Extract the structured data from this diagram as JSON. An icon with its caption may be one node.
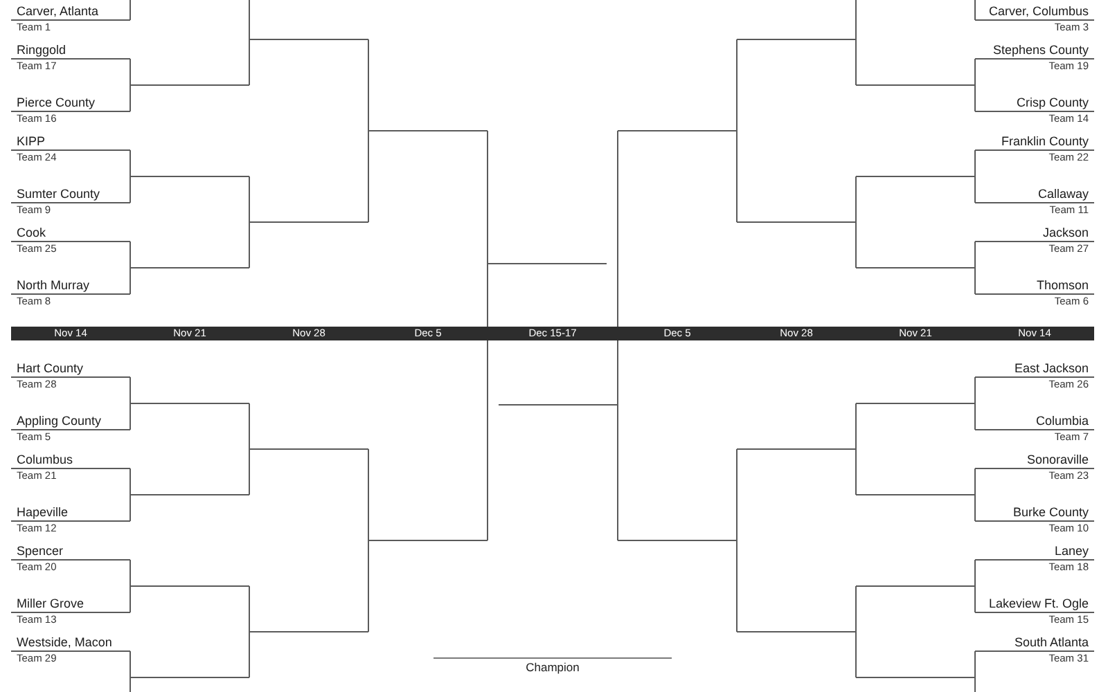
{
  "diagram": {
    "nodes": [
      {
        "text": [
          "Carver, Atlanta",
          "Team 1"
        ]
      },
      {
        "text": [
          "Ringgold",
          "Team 17"
        ]
      },
      {
        "text": [
          "Pierce County",
          "Team 16"
        ]
      },
      {
        "text": [
          "KIPP",
          "Team 24"
        ]
      },
      {
        "text": [
          "Sumter County",
          "Team 9"
        ]
      },
      {
        "text": [
          "Cook",
          "Team 25"
        ]
      },
      {
        "text": [
          "North Murray",
          "Team 8"
        ]
      },
      {
        "text": [
          "Hart County",
          "Team 28"
        ]
      },
      {
        "text": [
          "Appling County",
          "Team 5"
        ]
      },
      {
        "text": [
          "Columbus",
          "Team 21"
        ]
      },
      {
        "text": [
          "Hapeville",
          "Team 12"
        ]
      },
      {
        "text": [
          "Spencer",
          "Team 20"
        ]
      },
      {
        "text": [
          "Miller Grove",
          "Team 13"
        ]
      },
      {
        "text": [
          "Westside, Macon",
          "Team 29"
        ]
      },
      {
        "text": [
          "Carver, Columbus",
          "Team 3"
        ]
      },
      {
        "text": [
          "Stephens County",
          "Team 19"
        ]
      },
      {
        "text": [
          "Crisp County",
          "Team 14"
        ]
      },
      {
        "text": [
          "Franklin County",
          "Team 22"
        ]
      },
      {
        "text": [
          "Callaway",
          "Team 11"
        ]
      },
      {
        "text": [
          "Jackson",
          "Team 27"
        ]
      },
      {
        "text": [
          "Thomson",
          "Team 6"
        ]
      },
      {
        "text": [
          "East Jackson",
          "Team 26"
        ]
      },
      {
        "text": [
          "Columbia",
          "Team 7"
        ]
      },
      {
        "text": [
          "Sonoraville",
          "Team 23"
        ]
      },
      {
        "text": [
          "Burke County",
          "Team 10"
        ]
      },
      {
        "text": [
          "Laney",
          "Team 18"
        ]
      },
      {
        "text": [
          "Lakeview Ft. Ogle",
          "Team 15"
        ]
      },
      {
        "text": [
          "South Atlanta",
          "Team 31"
        ]
      },
      {
        "text": [],
        "shape": "line"
      },
      {
        "text": [],
        "shape": "line"
      },
      {
        "text": [],
        "shape": "line"
      },
      {
        "text": [],
        "shape": "line"
      },
      {
        "text": [],
        "shape": "line"
      },
      {
        "text": [],
        "shape": "line"
      },
      {
        "text": [],
        "shape": "line"
      },
      {
        "text": [],
        "shape": "line"
      },
      {
        "text": [],
        "shape": "line"
      },
      {
        "text": [],
        "shape": "line"
      },
      {
        "text": [],
        "shape": "line"
      },
      {
        "text": [],
        "shape": "line"
      },
      {
        "text": [],
        "shape": "line"
      },
      {
        "text": [],
        "shape": "line"
      },
      {
        "text": [],
        "shape": "line"
      },
      {
        "text": [],
        "shape": "line"
      },
      {
        "text": [],
        "shape": "line"
      },
      {
        "text": [],
        "shape": "line"
      },
      {
        "text": [],
        "shape": "line"
      },
      {
        "text": [],
        "shape": "line"
      },
      {
        "text": [],
        "shape": "line"
      },
      {
        "text": [],
        "shape": "line"
      },
      {
        "text": [],
        "shape": "line"
      },
      {
        "text": [],
        "shape": "line"
      },
      {
        "text": [],
        "shape": "line"
      },
      {
        "text": [],
        "shape": "line"
      },
      {
        "text": [],
        "shape": "line"
      },
      {
        "text": [],
        "shape": "line"
      },
      {
        "text": [
          "Champion"
        ]
      }
    ],
    "edges": [
      {
        "from": 0,
        "to": null,
        "arrow": "none"
      },
      {
        "from": 1,
        "to": 28,
        "arrow": "none"
      },
      {
        "from": 2,
        "to": 28,
        "arrow": "none"
      },
      {
        "from": 3,
        "to": 29,
        "arrow": "none"
      },
      {
        "from": 4,
        "to": 29,
        "arrow": "none"
      },
      {
        "from": 5,
        "to": 30,
        "arrow": "none"
      },
      {
        "from": 6,
        "to": 30,
        "arrow": "none"
      },
      {
        "from": 7,
        "to": 31,
        "arrow": "none"
      },
      {
        "from": 8,
        "to": 31,
        "arrow": "none"
      },
      {
        "from": 9,
        "to": 32,
        "arrow": "none"
      },
      {
        "from": 10,
        "to": 32,
        "arrow": "none"
      },
      {
        "from": 11,
        "to": 33,
        "arrow": "none"
      },
      {
        "from": 12,
        "to": 33,
        "arrow": "none"
      },
      {
        "from": 13,
        "to": 34,
        "arrow": "none"
      },
      {
        "from": null,
        "to": 34,
        "arrow": "none"
      },
      {
        "from": null,
        "to": 35,
        "arrow": "none"
      },
      {
        "from": 28,
        "to": 35,
        "arrow": "none"
      },
      {
        "from": 29,
        "to": 36,
        "arrow": "none"
      },
      {
        "from": 30,
        "to": 36,
        "arrow": "none"
      },
      {
        "from": 31,
        "to": 37,
        "arrow": "none"
      },
      {
        "from": 32,
        "to": 37,
        "arrow": "none"
      },
      {
        "from": 33,
        "to": 38,
        "arrow": "none"
      },
      {
        "from": 34,
        "to": 38,
        "arrow": "none"
      },
      {
        "from": 35,
        "to": 39,
        "arrow": "none"
      },
      {
        "from": 36,
        "to": 39,
        "arrow": "none"
      },
      {
        "from": 37,
        "to": 40,
        "arrow": "none"
      },
      {
        "from": 38,
        "to": 40,
        "arrow": "none"
      },
      {
        "from": 39,
        "to": 41,
        "arrow": "none"
      },
      {
        "from": 40,
        "to": 41,
        "arrow": "none"
      },
      {
        "from": 14,
        "to": null,
        "arrow": "none"
      },
      {
        "from": 15,
        "to": 42,
        "arrow": "none"
      },
      {
        "from": 16,
        "to": 42,
        "arrow": "none"
      },
      {
        "from": 17,
        "to": 43,
        "arrow": "none"
      },
      {
        "from": 18,
        "to": 43,
        "arrow": "none"
      },
      {
        "from": 19,
        "to": 44,
        "arrow": "none"
      },
      {
        "from": 20,
        "to": 44,
        "arrow": "none"
      },
      {
        "from": 21,
        "to": 45,
        "arrow": "none"
      },
      {
        "from": 22,
        "to": 45,
        "arrow": "none"
      },
      {
        "from": 23,
        "to": 46,
        "arrow": "none"
      },
      {
        "from": 24,
        "to": 46,
        "arrow": "none"
      },
      {
        "from": 25,
        "to": 47,
        "arrow": "none"
      },
      {
        "from": 26,
        "to": 47,
        "arrow": "none"
      },
      {
        "from": 27,
        "to": 48,
        "arrow": "none"
      },
      {
        "from": null,
        "to": 48,
        "arrow": "none"
      },
      {
        "from": null,
        "to": 49,
        "arrow": "none"
      },
      {
        "from": 42,
        "to": 49,
        "arrow": "none"
      },
      {
        "from": 43,
        "to": 50,
        "arrow": "none"
      },
      {
        "from": 44,
        "to": 50,
        "arrow": "none"
      },
      {
        "from": 45,
        "to": 51,
        "arrow": "none"
      },
      {
        "from": 46,
        "to": 51,
        "arrow": "none"
      },
      {
        "from": 47,
        "to": 52,
        "arrow": "none"
      },
      {
        "from": 48,
        "to": 52,
        "arrow": "none"
      },
      {
        "from": 49,
        "to": 53,
        "arrow": "none"
      },
      {
        "from": 50,
        "to": 53,
        "arrow": "none"
      },
      {
        "from": 51,
        "to": 54,
        "arrow": "none"
      },
      {
        "from": 52,
        "to": 54,
        "arrow": "none"
      },
      {
        "from": 53,
        "to": 55,
        "arrow": "none"
      },
      {
        "from": 54,
        "to": 55,
        "arrow": "none"
      }
    ],
    "labels": [
      "Nov 14",
      "Nov 21",
      "Nov 28",
      "Dec 5",
      "Dec 15-17",
      "Dec 5",
      "Nov 28",
      "Nov 21",
      "Nov 14"
    ]
  }
}
